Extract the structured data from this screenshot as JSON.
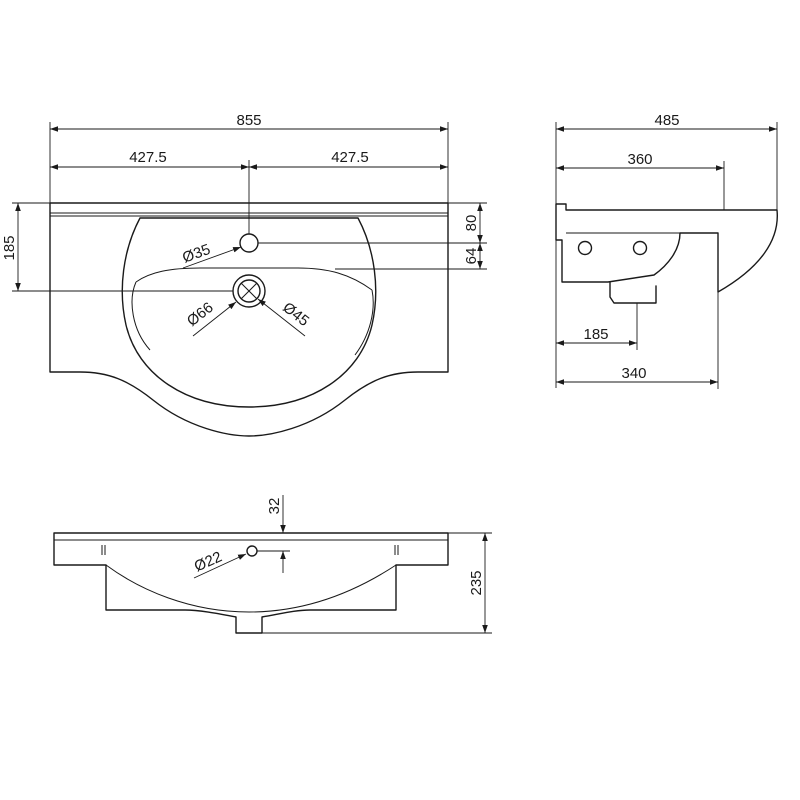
{
  "top_view": {
    "overall_width": "855",
    "half_left": "427.5",
    "half_right": "427.5",
    "height": "185",
    "tap_hole_offset": "80",
    "waste_offset": "64",
    "tap_hole_dia": "Ø35",
    "waste_outer_dia": "Ø66",
    "waste_inner_dia": "Ø45"
  },
  "side_view": {
    "overall_depth": "485",
    "projection": "360",
    "waste_position": "185",
    "bowl_depth": "340"
  },
  "front_view": {
    "rim_thickness": "32",
    "overflow_dia": "Ø22",
    "overall_height": "235"
  }
}
